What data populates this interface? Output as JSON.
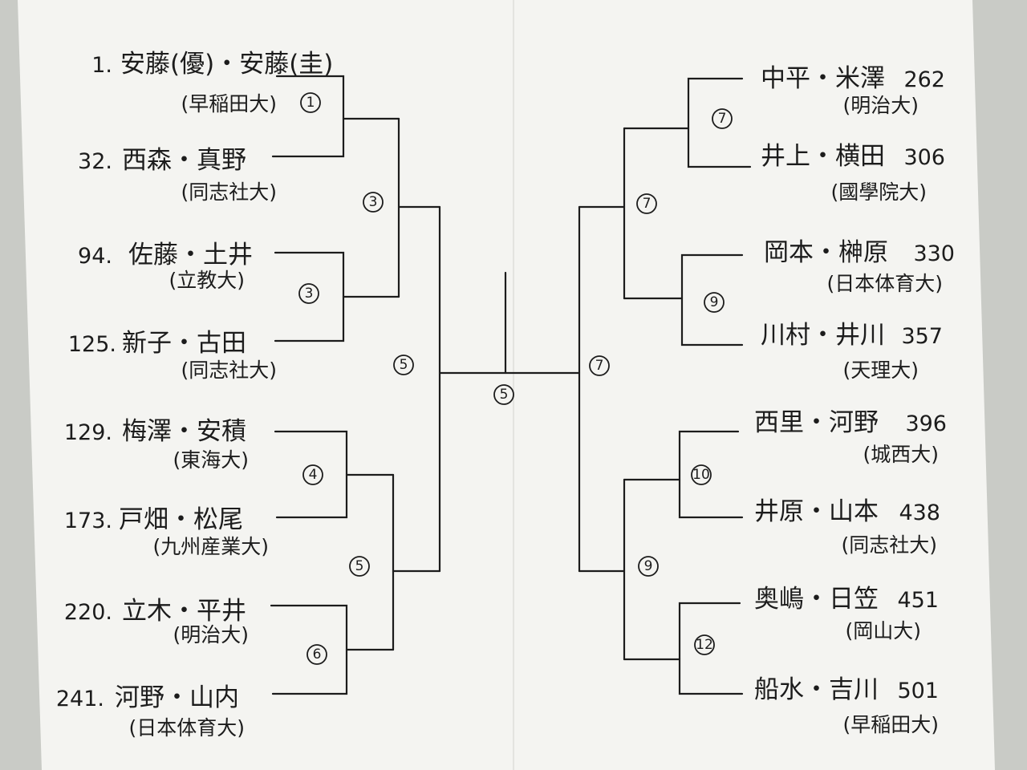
{
  "bracket": {
    "left": [
      {
        "seed": "1.",
        "names": "安藤(優)・安藤(圭)",
        "university": "(早稲田大)"
      },
      {
        "seed": "32.",
        "names": "西森・真野",
        "university": "(同志社大)"
      },
      {
        "seed": "94.",
        "names": "佐藤・土井",
        "university": "(立教大)"
      },
      {
        "seed": "125.",
        "names": "新子・古田",
        "university": "(同志社大)"
      },
      {
        "seed": "129.",
        "names": "梅澤・安積",
        "university": "(東海大)"
      },
      {
        "seed": "173.",
        "names": "戸畑・松尾",
        "university": "(九州産業大)"
      },
      {
        "seed": "220.",
        "names": "立木・平井",
        "university": "(明治大)"
      },
      {
        "seed": "241.",
        "names": "河野・山内",
        "university": "(日本体育大)"
      }
    ],
    "right": [
      {
        "names": "中平・米澤",
        "seed": "262",
        "university": "(明治大)"
      },
      {
        "names": "井上・横田",
        "seed": "306",
        "university": "(國學院大)"
      },
      {
        "names": "岡本・榊原",
        "seed": "330",
        "university": "(日本体育大)"
      },
      {
        "names": "川村・井川",
        "seed": "357",
        "university": "(天理大)"
      },
      {
        "names": "西里・河野",
        "seed": "396",
        "university": "(城西大)"
      },
      {
        "names": "井原・山本",
        "seed": "438",
        "university": "(同志社大)"
      },
      {
        "names": "奥嶋・日笠",
        "seed": "451",
        "university": "(岡山大)"
      },
      {
        "names": "船水・吉川",
        "seed": "501",
        "university": "(早稲田大)"
      }
    ],
    "left_round1_marks": [
      "1",
      "3",
      "4",
      "6"
    ],
    "left_round2_marks": [
      "3",
      "5"
    ],
    "left_semi_mark": "5",
    "final_mark": "5",
    "right_semi_mark": "7",
    "right_round2_marks": [
      "7",
      "9"
    ],
    "right_round1_marks": [
      "7",
      "9",
      "10",
      "12"
    ]
  }
}
